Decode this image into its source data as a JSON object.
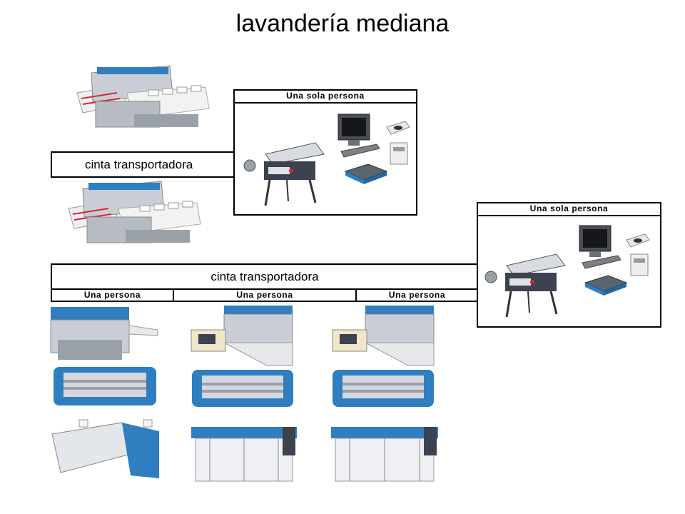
{
  "title": "lavandería mediana",
  "conveyor_top": "cinta transportadora",
  "conveyor_main": "cinta transportadora",
  "station_top": "Una sola persona",
  "station_right": "Una sola persona",
  "operators": [
    "Una persona",
    "Una persona",
    "Una persona"
  ],
  "icons": {
    "folder": "folding-machine-icon",
    "wrapper": "shrink-wrapper-icon",
    "computer": "computer-workstation-icon",
    "scale": "scale-icon",
    "printer": "label-printer-icon",
    "ironer": "flatwork-ironer-icon",
    "feeder": "feeder-machine-icon"
  },
  "colors": {
    "machine_blue": "#2f7fc0",
    "machine_grey": "#b7bcc4",
    "dark_grey": "#3c4250"
  }
}
